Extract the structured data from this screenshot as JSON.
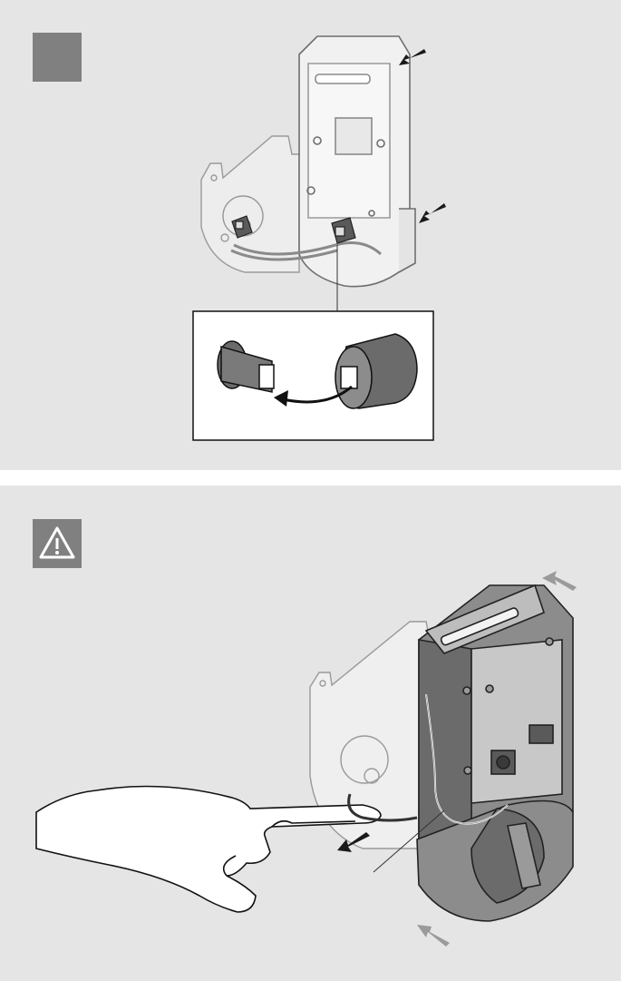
{
  "step_badge": {
    "label": ""
  },
  "warning_badge": {
    "icon": "warning-triangle-icon"
  },
  "arrows": {
    "top_panel": [
      "push-arrow-upper",
      "push-arrow-lower"
    ],
    "bottom_panel": [
      "push-arrow-top",
      "pull-arrow-cable",
      "push-arrow-bottom"
    ]
  },
  "colors": {
    "panel_background": "#e5e5e5",
    "badge_gray": "#808080",
    "line_art": "#333333",
    "arrow_black": "#1a1a1a",
    "arrow_gray": "#9a9a9a",
    "component_dark": "#6b6b6b",
    "component_mid": "#8c8c8c"
  }
}
